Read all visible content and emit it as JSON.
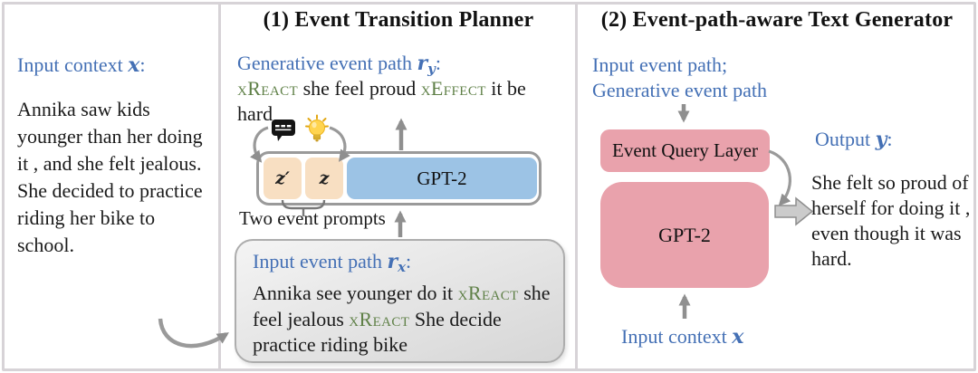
{
  "colors": {
    "blue": "#4470b5",
    "green": "#5f8047",
    "peach": "#f8dfc2",
    "lightblue": "#9cc3e5",
    "pink": "#e9a2ac",
    "border": "#d7d3d7",
    "arrow": "#8f8f8f",
    "bubbletop": "#f4f4f4",
    "bubblebottom": "#d6d6d6"
  },
  "left_panel": {
    "context_label": [
      {
        "t": "Input context ",
        "c": "label"
      },
      {
        "t": "x",
        "c": "var"
      },
      {
        "t": ":",
        "c": "label"
      }
    ],
    "context_text": "Annika saw kids younger than her doing it , and she felt jealous. She decided to practice riding her bike to school."
  },
  "planner_panel": {
    "title": "(1) Event Transition Planner",
    "generative_path_label": [
      {
        "t": "Generative event path ",
        "c": "label"
      },
      {
        "t": "r",
        "c": "var"
      },
      {
        "t": "y",
        "c": "varsub"
      },
      {
        "t": ":",
        "c": "label"
      }
    ],
    "generative_path_text": [
      {
        "t": "xReact",
        "c": "rel"
      },
      {
        "t": " she feel proud ",
        "c": "text"
      },
      {
        "t": "xEffect",
        "c": "rel"
      },
      {
        "t": " it be hard",
        "c": "text"
      }
    ],
    "prompt_z_prime": "z′",
    "prompt_z": "z",
    "gpt2_label": "GPT-2",
    "two_event_prompts_label": "Two event prompts",
    "icons": [
      "speech-bubble-icon",
      "lightbulb-icon"
    ],
    "input_path_label": [
      {
        "t": "Input event path ",
        "c": "label"
      },
      {
        "t": "r",
        "c": "var"
      },
      {
        "t": "x",
        "c": "varsub"
      },
      {
        "t": ":",
        "c": "label"
      }
    ],
    "input_path_text": [
      {
        "t": "Annika see younger do it ",
        "c": "text"
      },
      {
        "t": "xReact",
        "c": "rel"
      },
      {
        "t": " she feel jealous ",
        "c": "text"
      },
      {
        "t": "xReact",
        "c": "rel"
      },
      {
        "t": " She decide practice riding bike",
        "c": "text"
      }
    ]
  },
  "generator_panel": {
    "title": "(2) Event-path-aware Text Generator",
    "inputs_line1": "Input event path;",
    "inputs_line2": "Generative event path",
    "event_query_layer_label": "Event Query Layer",
    "gpt2_label": "GPT-2",
    "output_label": [
      {
        "t": "Output ",
        "c": "label"
      },
      {
        "t": "y",
        "c": "var"
      },
      {
        "t": ":",
        "c": "label"
      }
    ],
    "output_text": "She felt so proud of herself for doing it , even though it was hard.",
    "input_context_label": [
      {
        "t": "Input context ",
        "c": "label"
      },
      {
        "t": "x",
        "c": "var"
      }
    ]
  }
}
